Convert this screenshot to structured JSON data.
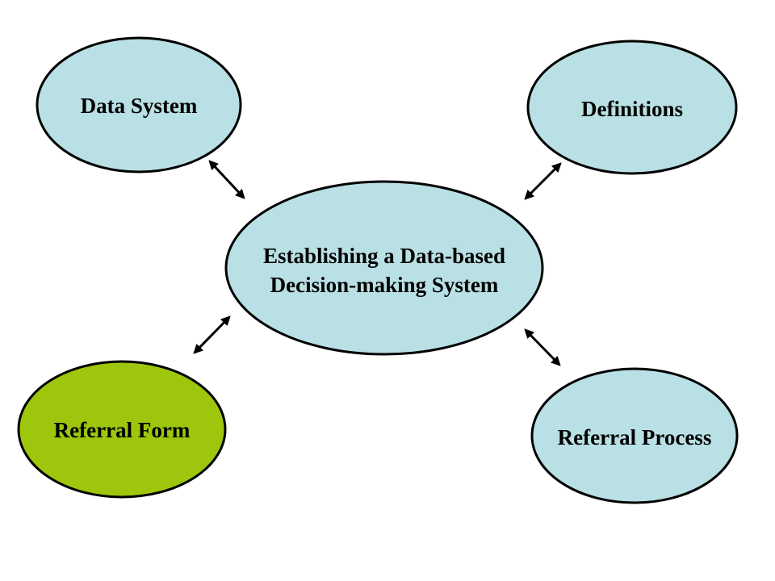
{
  "diagram": {
    "center": {
      "line1": "Establishing a Data-based",
      "line2": "Decision-making System",
      "color": "#b9e0e4"
    },
    "nodes": {
      "data_system": {
        "label": "Data System",
        "color": "#b9e0e4"
      },
      "definitions": {
        "label": "Definitions",
        "color": "#b9e0e4"
      },
      "referral_form": {
        "label": "Referral Form",
        "color": "#9dc60c"
      },
      "referral_process": {
        "label": "Referral Process",
        "color": "#b9e0e4"
      }
    },
    "outline_color": "#000000",
    "connector": "double-headed-arrow"
  }
}
